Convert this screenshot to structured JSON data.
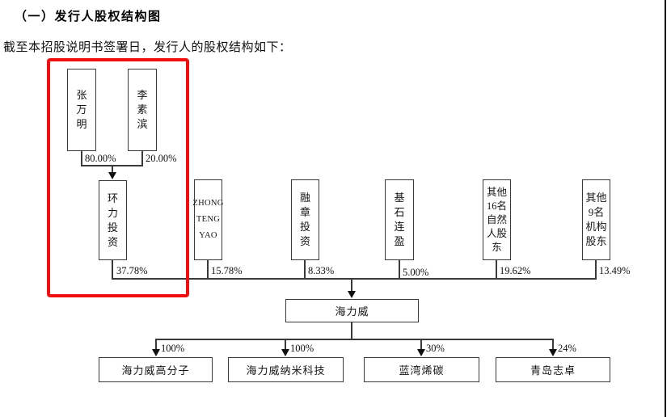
{
  "document": {
    "heading": "（一）发行人股权结构图",
    "intro": "截至本招股说明书签署日，发行人的股权结构如下："
  },
  "diagram": {
    "type": "equity-structure-orgchart",
    "highlight_color": "#f10e0e",
    "line_color": "#3a3a3a",
    "founders": [
      {
        "name": "张万明",
        "display": "张\n万\n明",
        "pct": "80.00%"
      },
      {
        "name": "李素滨",
        "display": "李\n素\n滨",
        "pct": "20.00%"
      }
    ],
    "holding_company": {
      "name": "环力投资",
      "display": "环\n力\n投\n资",
      "pct": "37.78%"
    },
    "shareholders": [
      {
        "name": "ZHONG TENG YAO",
        "display": "ZHONG\nTENG\nYAO",
        "pct": "15.78%"
      },
      {
        "name": "融章投资",
        "display": "融\n章\n投\n资",
        "pct": "8.33%"
      },
      {
        "name": "基石连盈",
        "display": "基\n石\n连\n盈",
        "pct": "5.00%"
      },
      {
        "name": "其他16名自然人股东",
        "display": "其他\n16名\n自然\n人股\n东",
        "pct": "19.62%"
      },
      {
        "name": "其他9名机构股东",
        "display": "其他\n9名\n机构\n股东",
        "pct": "13.49%"
      }
    ],
    "issuer": {
      "name": "海力威"
    },
    "subsidiaries": [
      {
        "name": "海力威高分子",
        "pct": "100%"
      },
      {
        "name": "海力威纳米科技",
        "pct": "100%"
      },
      {
        "name": "蓝湾烯碳",
        "pct": "30%"
      },
      {
        "name": "青岛志卓",
        "pct": "24%"
      }
    ]
  }
}
